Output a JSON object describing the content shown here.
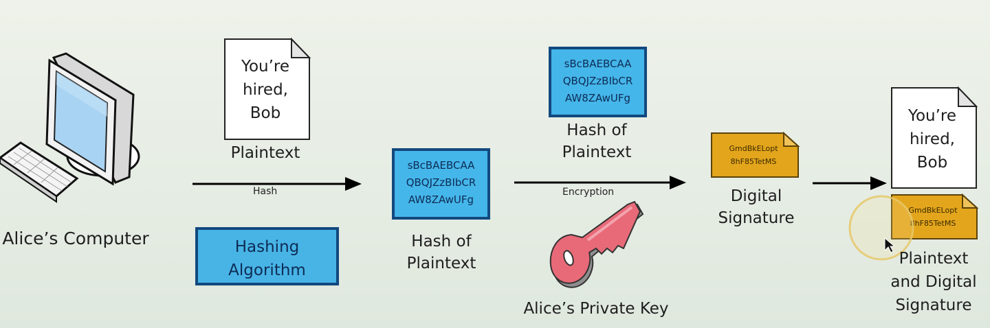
{
  "computer": {
    "label": "Alice’s Computer"
  },
  "plaintext_doc": {
    "lines": [
      "You’re",
      "hired,",
      "Bob"
    ],
    "label": "Plaintext"
  },
  "arrow_hash": {
    "label": "Hash"
  },
  "hashing_algorithm": {
    "lines": [
      "Hashing",
      "Algorithm"
    ]
  },
  "hash_box_middle": {
    "lines": [
      "sBcBAEBCAA",
      "QBQJZzBIbCR",
      "AW8ZAwUFg"
    ],
    "label_lines": [
      "Hash of",
      "Plaintext"
    ]
  },
  "hash_box_top": {
    "lines": [
      "sBcBAEBCAA",
      "QBQJZzBIbCR",
      "AW8ZAwUFg"
    ],
    "label_lines": [
      "Hash of",
      "Plaintext"
    ]
  },
  "arrow_encryption": {
    "label": "Encryption"
  },
  "private_key": {
    "label": "Alice’s Private Key"
  },
  "digital_signature": {
    "lines": [
      "GmdBkELopt",
      "8hF85TetMS"
    ],
    "label_lines": [
      "Digital",
      "Signature"
    ]
  },
  "final_doc": {
    "lines": [
      "You’re",
      "hired,",
      "Bob"
    ]
  },
  "final_signature": {
    "lines": [
      "GmdBkELopt",
      "8hF85TetMS"
    ]
  },
  "final_label": {
    "lines": [
      "Plaintext",
      "and Digital",
      "Signature"
    ]
  },
  "colors": {
    "hash_box_fill": "#45b6ea",
    "hash_box_border": "#12487e",
    "signature_fill": "#e3a51c",
    "key_fill": "#e86a78",
    "arrow": "#000000"
  }
}
